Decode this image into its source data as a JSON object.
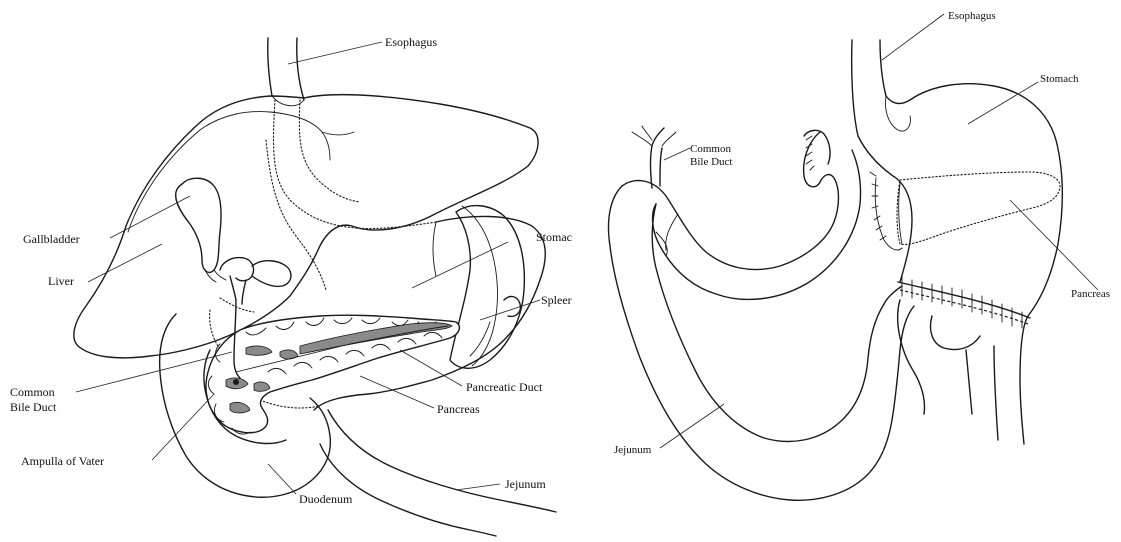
{
  "left_panel": {
    "labels": {
      "esophagus": "Esophagus",
      "gallbladder": "Gallbladder",
      "liver": "Liver",
      "stomach": "Stomac",
      "spleen": "Spleer",
      "common_bile_duct_1": "Common",
      "common_bile_duct_2": "Bile Duct",
      "pancreatic_duct": "Pancreatic Duct",
      "pancreas": "Pancreas",
      "ampulla": "Ampulla of Vater",
      "jejunum": "Jejunum",
      "duodenum": "Duodenum"
    }
  },
  "right_panel": {
    "labels": {
      "esophagus": "Esophagus",
      "stomach": "Stomach",
      "common_bile_duct_1": "Common",
      "common_bile_duct_2": "Bile Duct",
      "pancreas": "Pancreas",
      "jejunum": "Jejunum"
    }
  }
}
